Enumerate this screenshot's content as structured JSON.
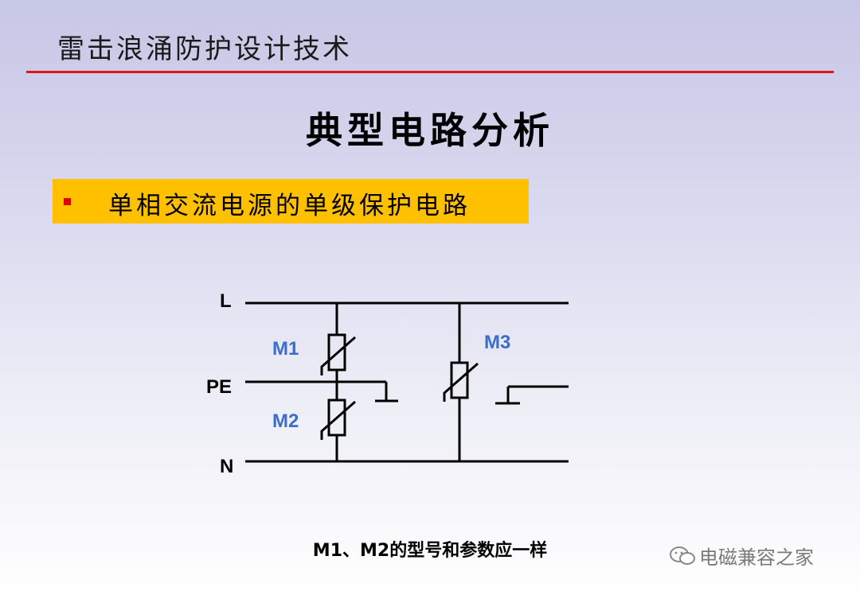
{
  "header": {
    "title": "雷击浪涌防护设计技术"
  },
  "page_title": "典型电路分析",
  "bullet": {
    "text": "单相交流电源的单级保护电路"
  },
  "diagram": {
    "line_labels": {
      "L": "L",
      "PE": "PE",
      "N": "N"
    },
    "components": {
      "m1": "M1",
      "m2": "M2",
      "m3": "M3"
    }
  },
  "caption": "M1、M2的型号和参数应一样",
  "watermark": {
    "text": "电磁兼容之家",
    "icon": "wechat-icon"
  },
  "colors": {
    "rule": "#e0151b",
    "bullet_bg": "#ffc000",
    "component_label": "#3c6ec8"
  }
}
